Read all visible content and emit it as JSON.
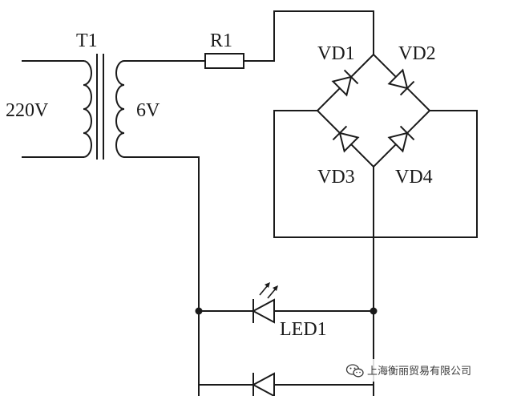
{
  "labels": {
    "transformer": "T1",
    "primary_voltage": "220V",
    "secondary_voltage": "6V",
    "resistor": "R1",
    "vd1": "VD1",
    "vd2": "VD2",
    "vd3": "VD3",
    "vd4": "VD4",
    "led": "LED1"
  },
  "watermark": {
    "text": "上海衡丽贸易有限公司",
    "icon": "wechat-icon"
  }
}
